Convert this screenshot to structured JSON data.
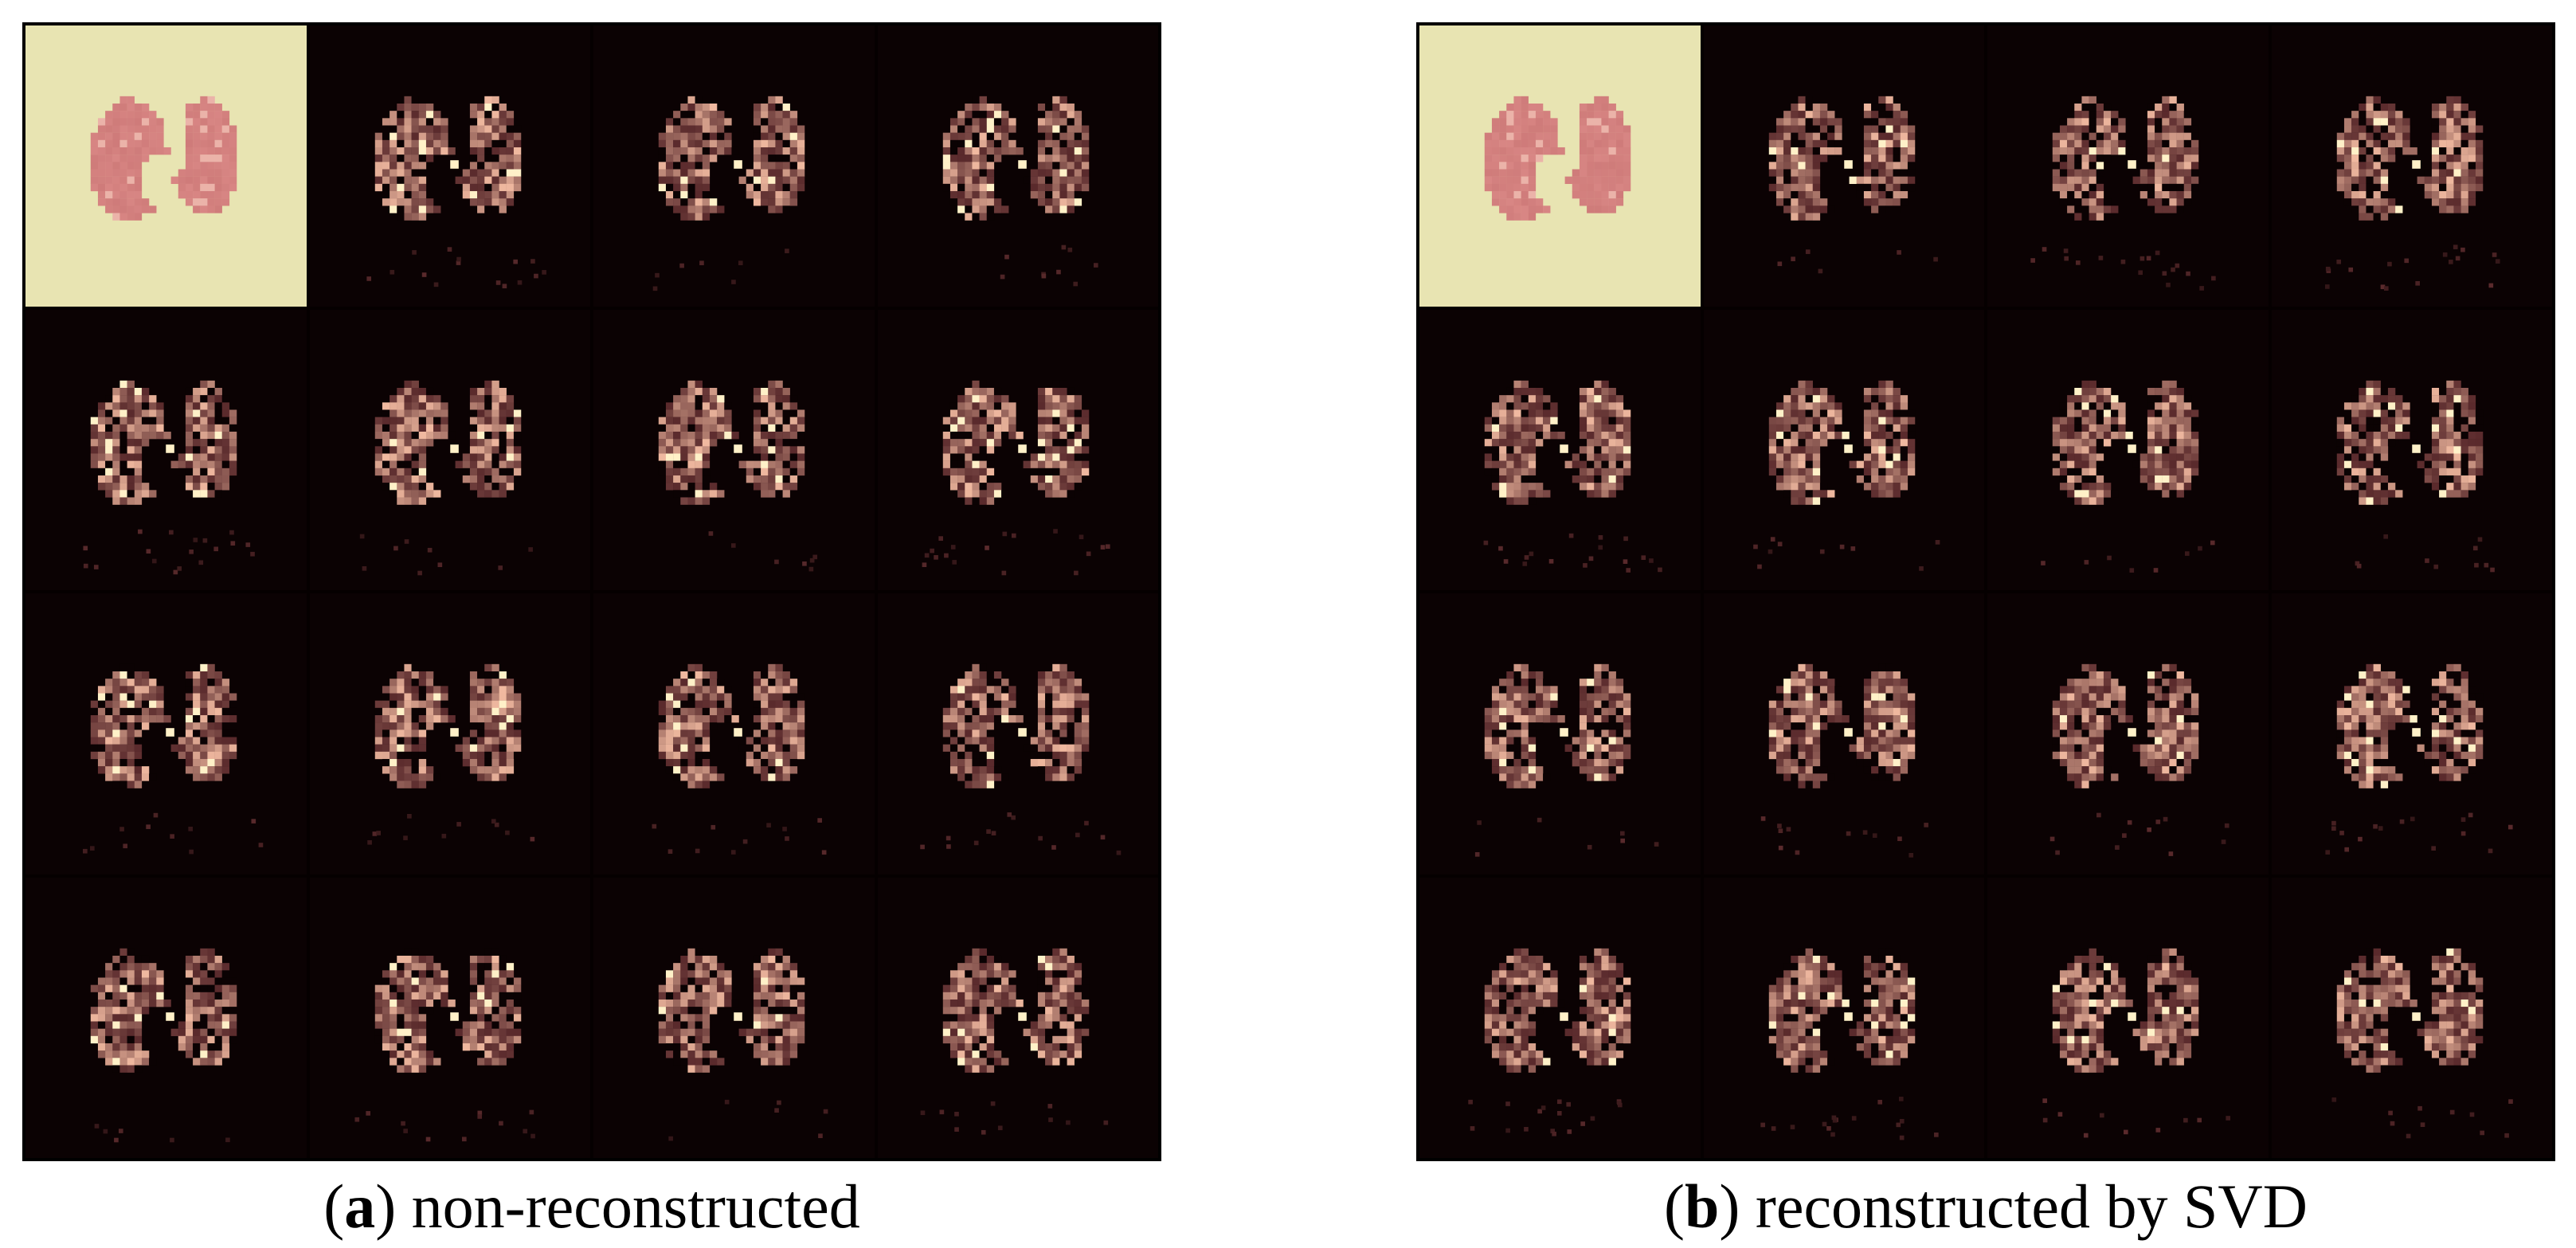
{
  "figure": {
    "panels": [
      {
        "id": "a",
        "letter": "a",
        "caption_text": "non-reconstructed",
        "tiles": 16,
        "highlight_tile": 0,
        "seed": 11
      },
      {
        "id": "b",
        "letter": "b",
        "caption_text": "reconstructed by SVD",
        "tiles": 16,
        "highlight_tile": 0,
        "seed": 29
      }
    ],
    "colors": {
      "tile_background": "#0b0203",
      "highlight_background": "#e8e4b2",
      "lung_base": "#5a2a2c",
      "lung_bright": "#f0b9a0",
      "lung_highlight_fill": "#d98785",
      "frame": "#000000"
    }
  }
}
